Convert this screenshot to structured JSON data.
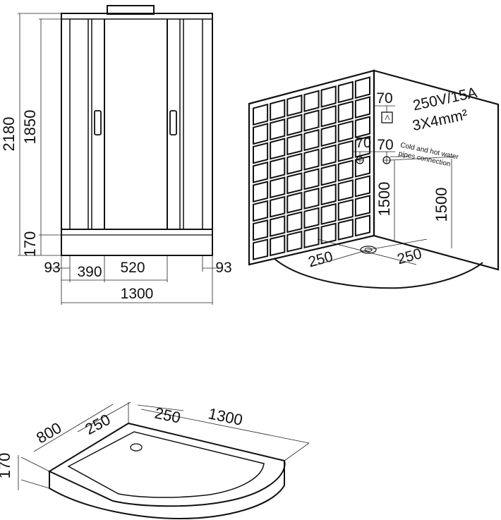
{
  "front_view": {
    "total_height": "2180",
    "door_height": "1850",
    "tray_height": "170",
    "side_left": "93",
    "side_right": "93",
    "fixed_panel_width": "390",
    "door_width": "520",
    "total_width": "1300"
  },
  "wall_view": {
    "socket_offset": "70",
    "electrical_spec_line1": "250V/15A",
    "electrical_spec_line2": "3X4mm²",
    "pipe_offset_left": "70",
    "pipe_offset_right": "70",
    "pipes_note_line1": "Cold and hot water",
    "pipes_note_line2": "pipes connection",
    "height_left": "1500",
    "height_right": "1500",
    "drain_left": "250",
    "drain_right": "250"
  },
  "tray_view": {
    "depth": "800",
    "drain_offset_left": "250",
    "drain_offset_right": "250",
    "length": "1300",
    "height": "170"
  }
}
